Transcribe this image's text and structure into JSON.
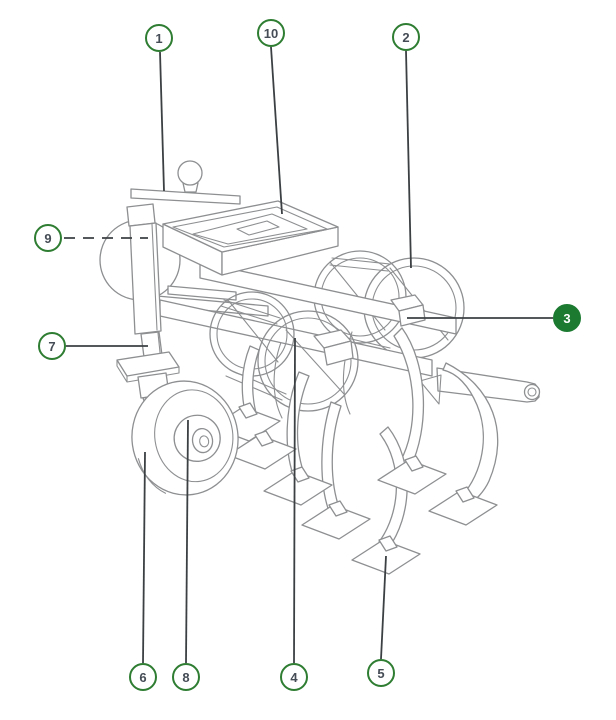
{
  "diagram": {
    "type": "numbered-parts-diagram",
    "illustration": "line drawing of a tine cultivator implement with tray, cage rollers, spring tines with sweeps, caster wheel and hitch arm",
    "background": "#ffffff",
    "colors": {
      "callout_ring": "#2e7d32",
      "callout_filled_bg": "#1b7a30",
      "callout_number": "#454c55",
      "callout_filled_number": "#ffffff",
      "leader_line": "#3c4043",
      "artwork_line": "#8d8f91"
    },
    "callouts": [
      {
        "label": "1",
        "style": "outline",
        "leader": "solid"
      },
      {
        "label": "10",
        "style": "outline",
        "leader": "solid"
      },
      {
        "label": "2",
        "style": "outline",
        "leader": "solid"
      },
      {
        "label": "9",
        "style": "outline",
        "leader": "dashed"
      },
      {
        "label": "3",
        "style": "filled",
        "leader": "solid"
      },
      {
        "label": "7",
        "style": "outline",
        "leader": "solid"
      },
      {
        "label": "6",
        "style": "outline",
        "leader": "solid"
      },
      {
        "label": "8",
        "style": "outline",
        "leader": "solid"
      },
      {
        "label": "4",
        "style": "outline",
        "leader": "solid"
      },
      {
        "label": "5",
        "style": "outline",
        "leader": "solid"
      }
    ]
  }
}
